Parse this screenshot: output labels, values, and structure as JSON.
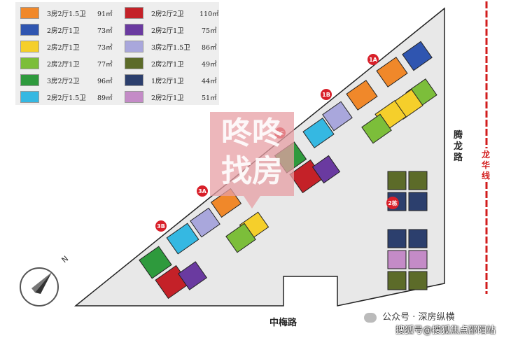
{
  "legend": [
    {
      "type": "3房2厅1.5卫",
      "area": "91㎡",
      "color": "#f0882a"
    },
    {
      "type": "2房2厅1卫",
      "area": "73㎡",
      "color": "#2f55b0"
    },
    {
      "type": "2房2厅1卫",
      "area": "73㎡",
      "color": "#f5cf2b"
    },
    {
      "type": "2房2厅1卫",
      "area": "77㎡",
      "color": "#7cbe3a"
    },
    {
      "type": "3房2厅2卫",
      "area": "96㎡",
      "color": "#2e9a3d"
    },
    {
      "type": "2房2厅1.5卫",
      "area": "89㎡",
      "color": "#35b8e2"
    },
    {
      "type": "2房2厅2卫",
      "area": "110㎡",
      "color": "#c42128"
    },
    {
      "type": "2房2厅1卫",
      "area": "75㎡",
      "color": "#6a3aa0"
    },
    {
      "type": "3房2厅1.5卫",
      "area": "86㎡",
      "color": "#a9a7dc"
    },
    {
      "type": "2房2厅1卫",
      "area": "49㎡",
      "color": "#5c6b29"
    },
    {
      "type": "1房2厅1卫",
      "area": "44㎡",
      "color": "#2c3f6d"
    },
    {
      "type": "2房2厅1卫",
      "area": "51㎡",
      "color": "#c48bc7"
    }
  ],
  "buildings": {
    "b1A": "1A",
    "b1B": "1B",
    "b1C": "1C",
    "b3A": "3A",
    "b3B": "3B",
    "b2": "2栋"
  },
  "roads": {
    "east": "腾龙路",
    "south": "中梅路",
    "metro": "龙华线"
  },
  "compass": "N",
  "watermarks": {
    "brand_line1": "咚咚",
    "brand_line2": "找房",
    "wechat": "公众号 · 深房纵横",
    "sohu": "搜狐号@搜狐焦点邵阳站"
  },
  "colors": {
    "tag_red": "#d8202a",
    "site_fill": "#e8e8e8",
    "metro_red": "#d21c1c"
  }
}
